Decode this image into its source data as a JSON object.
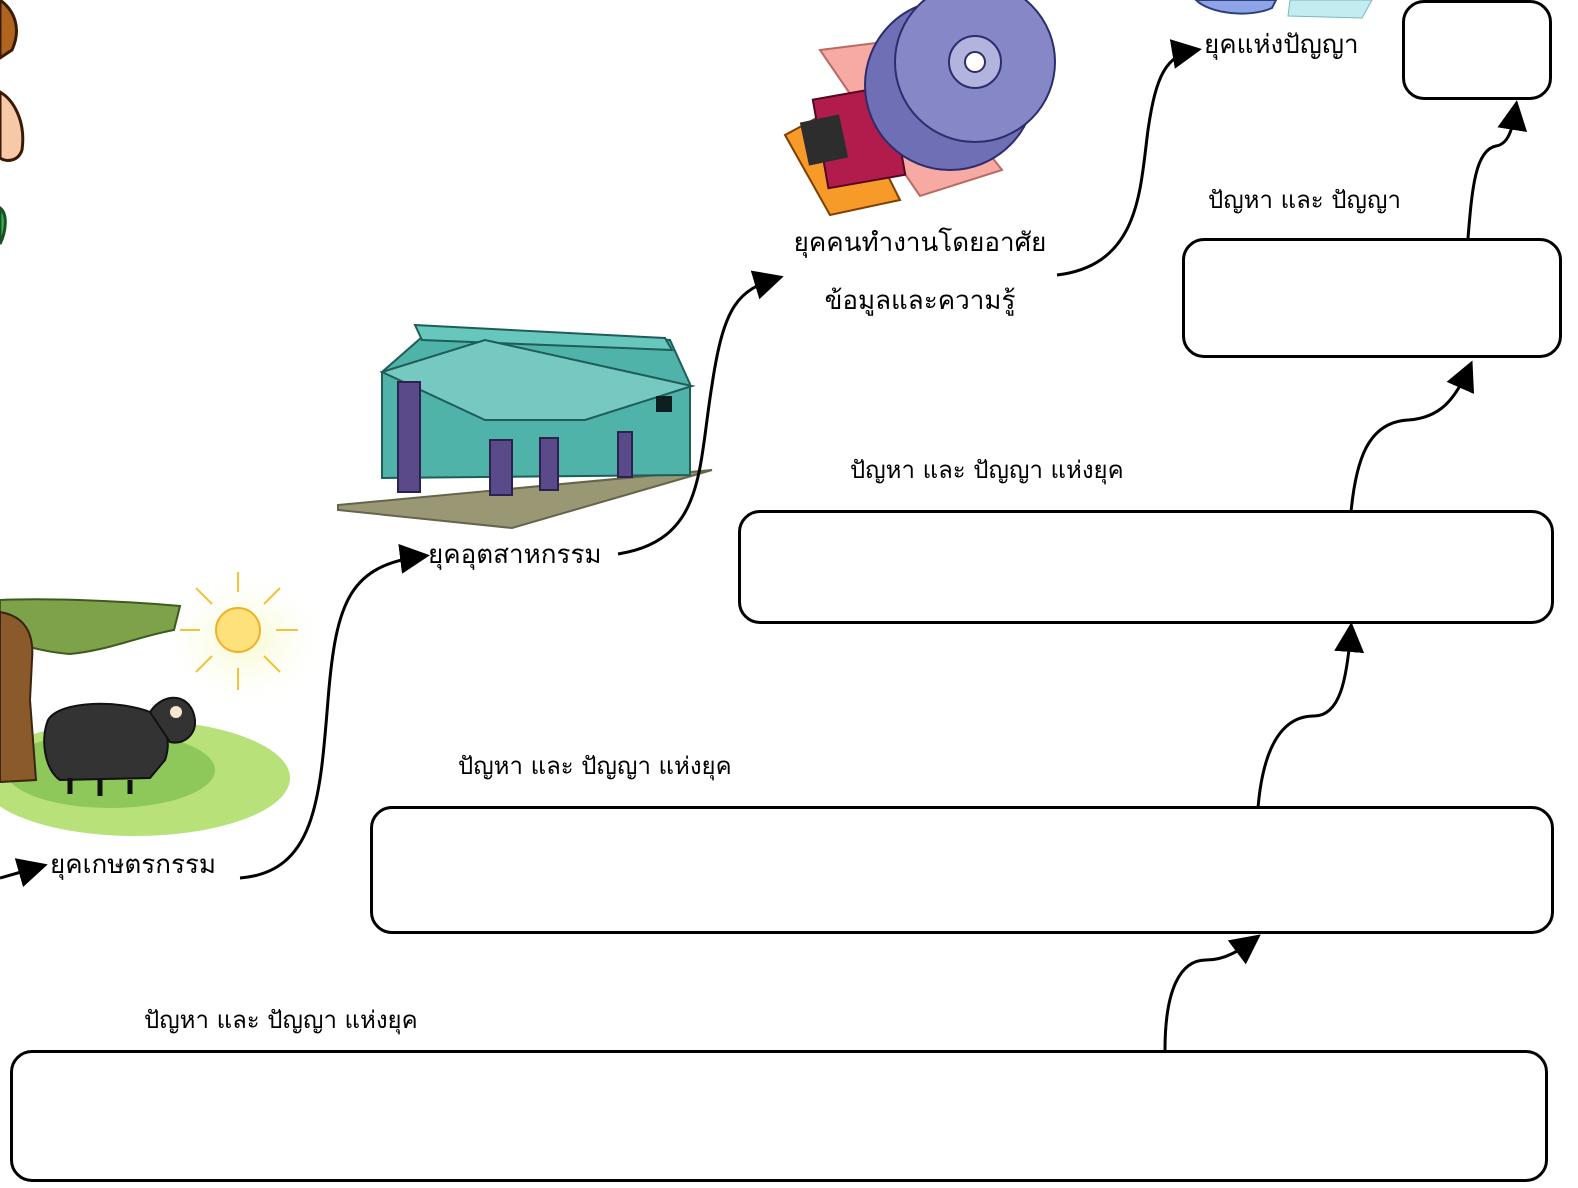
{
  "eras": {
    "agriculture": "ยุคเกษตรกรรม",
    "industrial": "ยุคอุตสาหกรรม",
    "knowledge_line1": "ยุคคนทำงานโดยอาศัย",
    "knowledge_line2": "ข้อมูลและความรู้",
    "wisdom": "ยุคแห่งปัญญา"
  },
  "captions": {
    "box1": "ปัญหา และ ปัญญา แห่งยุค",
    "box2": "ปัญหา และ ปัญญา แห่งยุค",
    "box3": "ปัญหา และ ปัญญา แห่งยุค",
    "box4": "ปัญหา และ ปัญญา"
  },
  "illustrations": [
    "person-clipart",
    "cow-tree-sun-clipart",
    "factory-shed-clipart",
    "cd-floppy-clipart",
    "wisdom-clipart"
  ],
  "colors": {
    "line": "#000000",
    "box_fill": "#ffffff"
  }
}
